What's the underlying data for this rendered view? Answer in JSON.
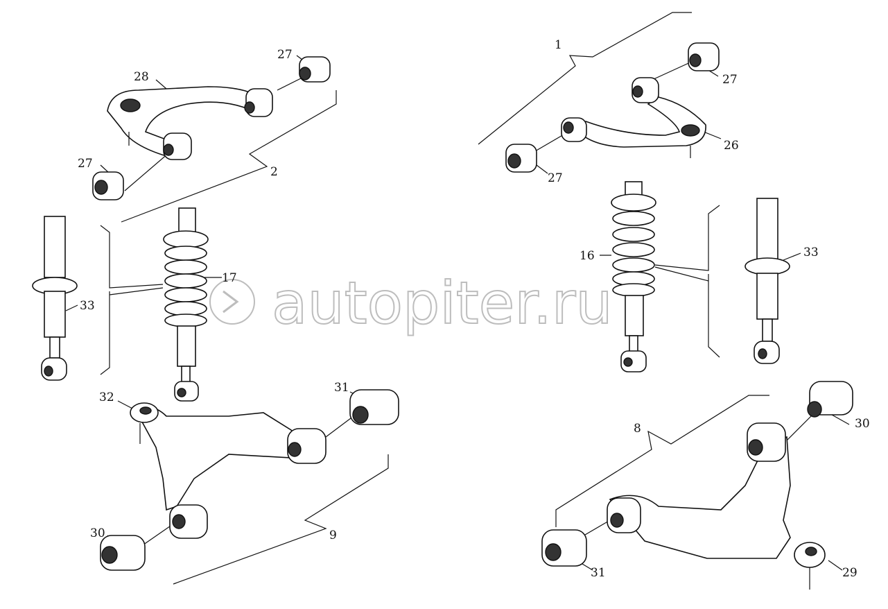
{
  "diagram": {
    "watermark": "autopiter.ru",
    "callouts": {
      "c27a": "27",
      "c28": "28",
      "c27b": "27",
      "c2": "2",
      "c1": "1",
      "c27c": "27",
      "c26": "26",
      "c27d": "27",
      "c16": "16",
      "c33a": "33",
      "c17": "17",
      "c33b": "33",
      "c32": "32",
      "c31a": "31",
      "c8": "8",
      "c30a": "30",
      "c30b": "30",
      "c9": "9",
      "c31b": "31",
      "c29": "29"
    },
    "colors": {
      "line": "#111111"
    }
  }
}
